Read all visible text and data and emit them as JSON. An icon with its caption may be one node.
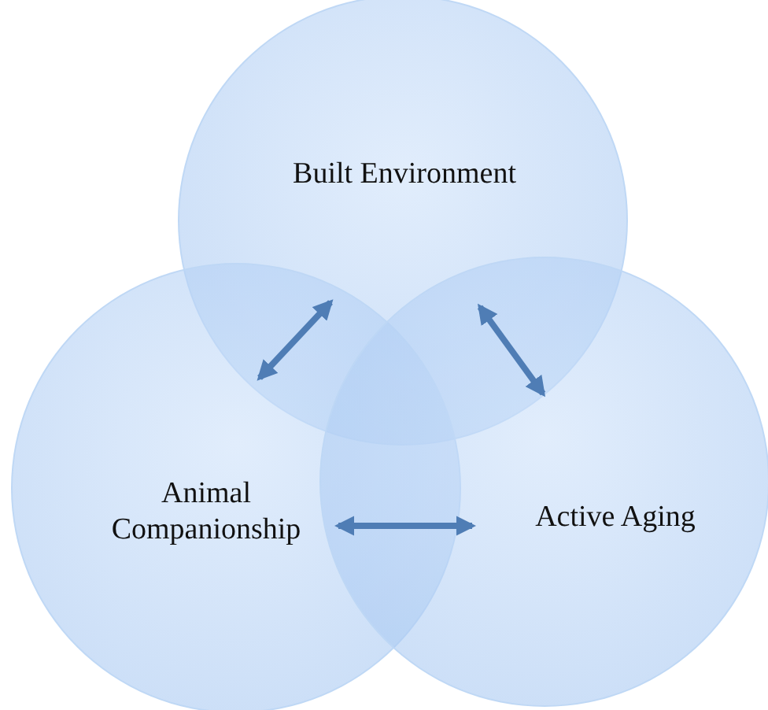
{
  "diagram": {
    "nodes": [
      {
        "text": [
          "Built Environment"
        ]
      },
      {
        "text": [
          "Animal Companionship"
        ]
      },
      {
        "text": [
          "Active Aging"
        ]
      }
    ],
    "edges": [
      {
        "from": 0,
        "to": 1,
        "arrow": "both"
      },
      {
        "from": 0,
        "to": 2,
        "arrow": "both"
      },
      {
        "from": 1,
        "to": 2,
        "arrow": "both"
      }
    ]
  }
}
